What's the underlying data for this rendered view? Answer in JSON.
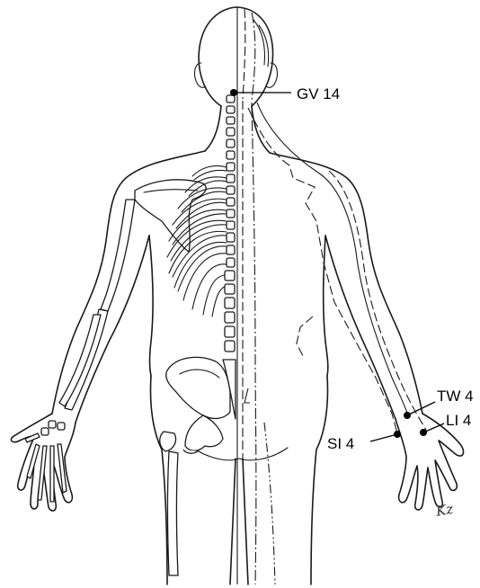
{
  "acupoints": [
    {
      "label": "GV 14"
    },
    {
      "label": "TW 4"
    },
    {
      "label": "LI 4"
    },
    {
      "label": "SI 4"
    }
  ],
  "signature": "Kz",
  "colors": {
    "line": "#1a1a1a",
    "background": "#ffffff"
  }
}
